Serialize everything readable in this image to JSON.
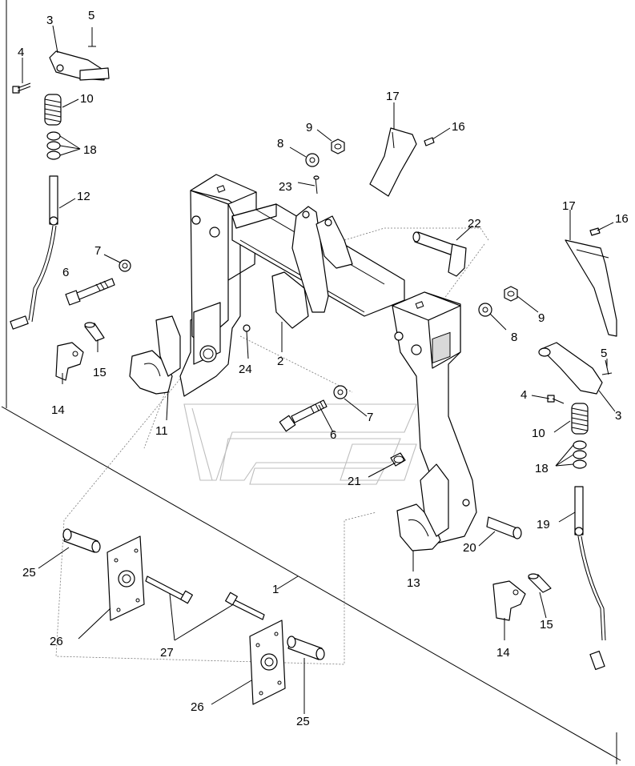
{
  "diagram": {
    "type": "exploded-parts-view",
    "callouts": [
      {
        "id": "c-1",
        "label": "1"
      },
      {
        "id": "c-2",
        "label": "2"
      },
      {
        "id": "c-3a",
        "label": "3"
      },
      {
        "id": "c-3b",
        "label": "3"
      },
      {
        "id": "c-4a",
        "label": "4"
      },
      {
        "id": "c-4b",
        "label": "4"
      },
      {
        "id": "c-5a",
        "label": "5"
      },
      {
        "id": "c-5b",
        "label": "5"
      },
      {
        "id": "c-6a",
        "label": "6"
      },
      {
        "id": "c-6b",
        "label": "6"
      },
      {
        "id": "c-7a",
        "label": "7"
      },
      {
        "id": "c-7b",
        "label": "7"
      },
      {
        "id": "c-8a",
        "label": "8"
      },
      {
        "id": "c-8b",
        "label": "8"
      },
      {
        "id": "c-9a",
        "label": "9"
      },
      {
        "id": "c-9b",
        "label": "9"
      },
      {
        "id": "c-10a",
        "label": "10"
      },
      {
        "id": "c-10b",
        "label": "10"
      },
      {
        "id": "c-11",
        "label": "11"
      },
      {
        "id": "c-12",
        "label": "12"
      },
      {
        "id": "c-13",
        "label": "13"
      },
      {
        "id": "c-14a",
        "label": "14"
      },
      {
        "id": "c-14b",
        "label": "14"
      },
      {
        "id": "c-15a",
        "label": "15"
      },
      {
        "id": "c-15b",
        "label": "15"
      },
      {
        "id": "c-16a",
        "label": "16"
      },
      {
        "id": "c-16b",
        "label": "16"
      },
      {
        "id": "c-17a",
        "label": "17"
      },
      {
        "id": "c-17b",
        "label": "17"
      },
      {
        "id": "c-18a",
        "label": "18"
      },
      {
        "id": "c-18b",
        "label": "18"
      },
      {
        "id": "c-19",
        "label": "19"
      },
      {
        "id": "c-20",
        "label": "20"
      },
      {
        "id": "c-21",
        "label": "21"
      },
      {
        "id": "c-22",
        "label": "22"
      },
      {
        "id": "c-23",
        "label": "23"
      },
      {
        "id": "c-24",
        "label": "24"
      },
      {
        "id": "c-25a",
        "label": "25"
      },
      {
        "id": "c-25b",
        "label": "25"
      },
      {
        "id": "c-26a",
        "label": "26"
      },
      {
        "id": "c-26b",
        "label": "26"
      },
      {
        "id": "c-27",
        "label": "27"
      }
    ]
  }
}
